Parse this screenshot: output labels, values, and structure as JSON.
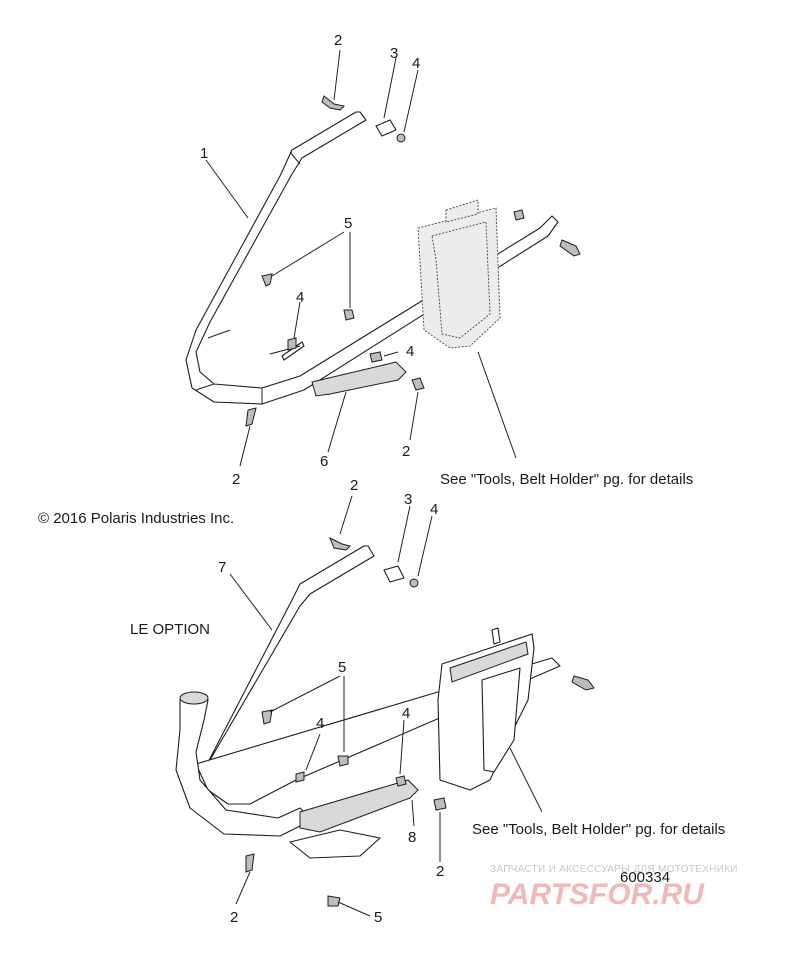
{
  "copyright": "© 2016 Polaris Industries Inc.",
  "le_option": "LE OPTION",
  "see_note_upper": "See \"Tools, Belt Holder\" pg. for details",
  "see_note_lower": "See \"Tools, Belt Holder\" pg. for details",
  "figure_number": "600334",
  "watermark": {
    "tagline": "ЗАПЧАСТИ И АКСЕССУАРЫ ДЛЯ МОТОТЕХНИКИ",
    "brand": "PARTSFOR.RU"
  },
  "callouts": {
    "u_1": "1",
    "u_2a": "2",
    "u_3": "3",
    "u_4a": "4",
    "u_5": "5",
    "u_4b": "4",
    "u_4c": "4",
    "u_2b": "2",
    "u_6": "6",
    "u_2c": "2",
    "l_2a": "2",
    "l_3": "3",
    "l_4a": "4",
    "l_7": "7",
    "l_5a": "5",
    "l_4b": "4",
    "l_4c": "4",
    "l_8": "8",
    "l_2b": "2",
    "l_2c": "2",
    "l_5b": "5"
  },
  "colors": {
    "line": "#1d1d1d",
    "watermark_brand": "#f2b8b8",
    "watermark_text": "#c8c8c8"
  }
}
